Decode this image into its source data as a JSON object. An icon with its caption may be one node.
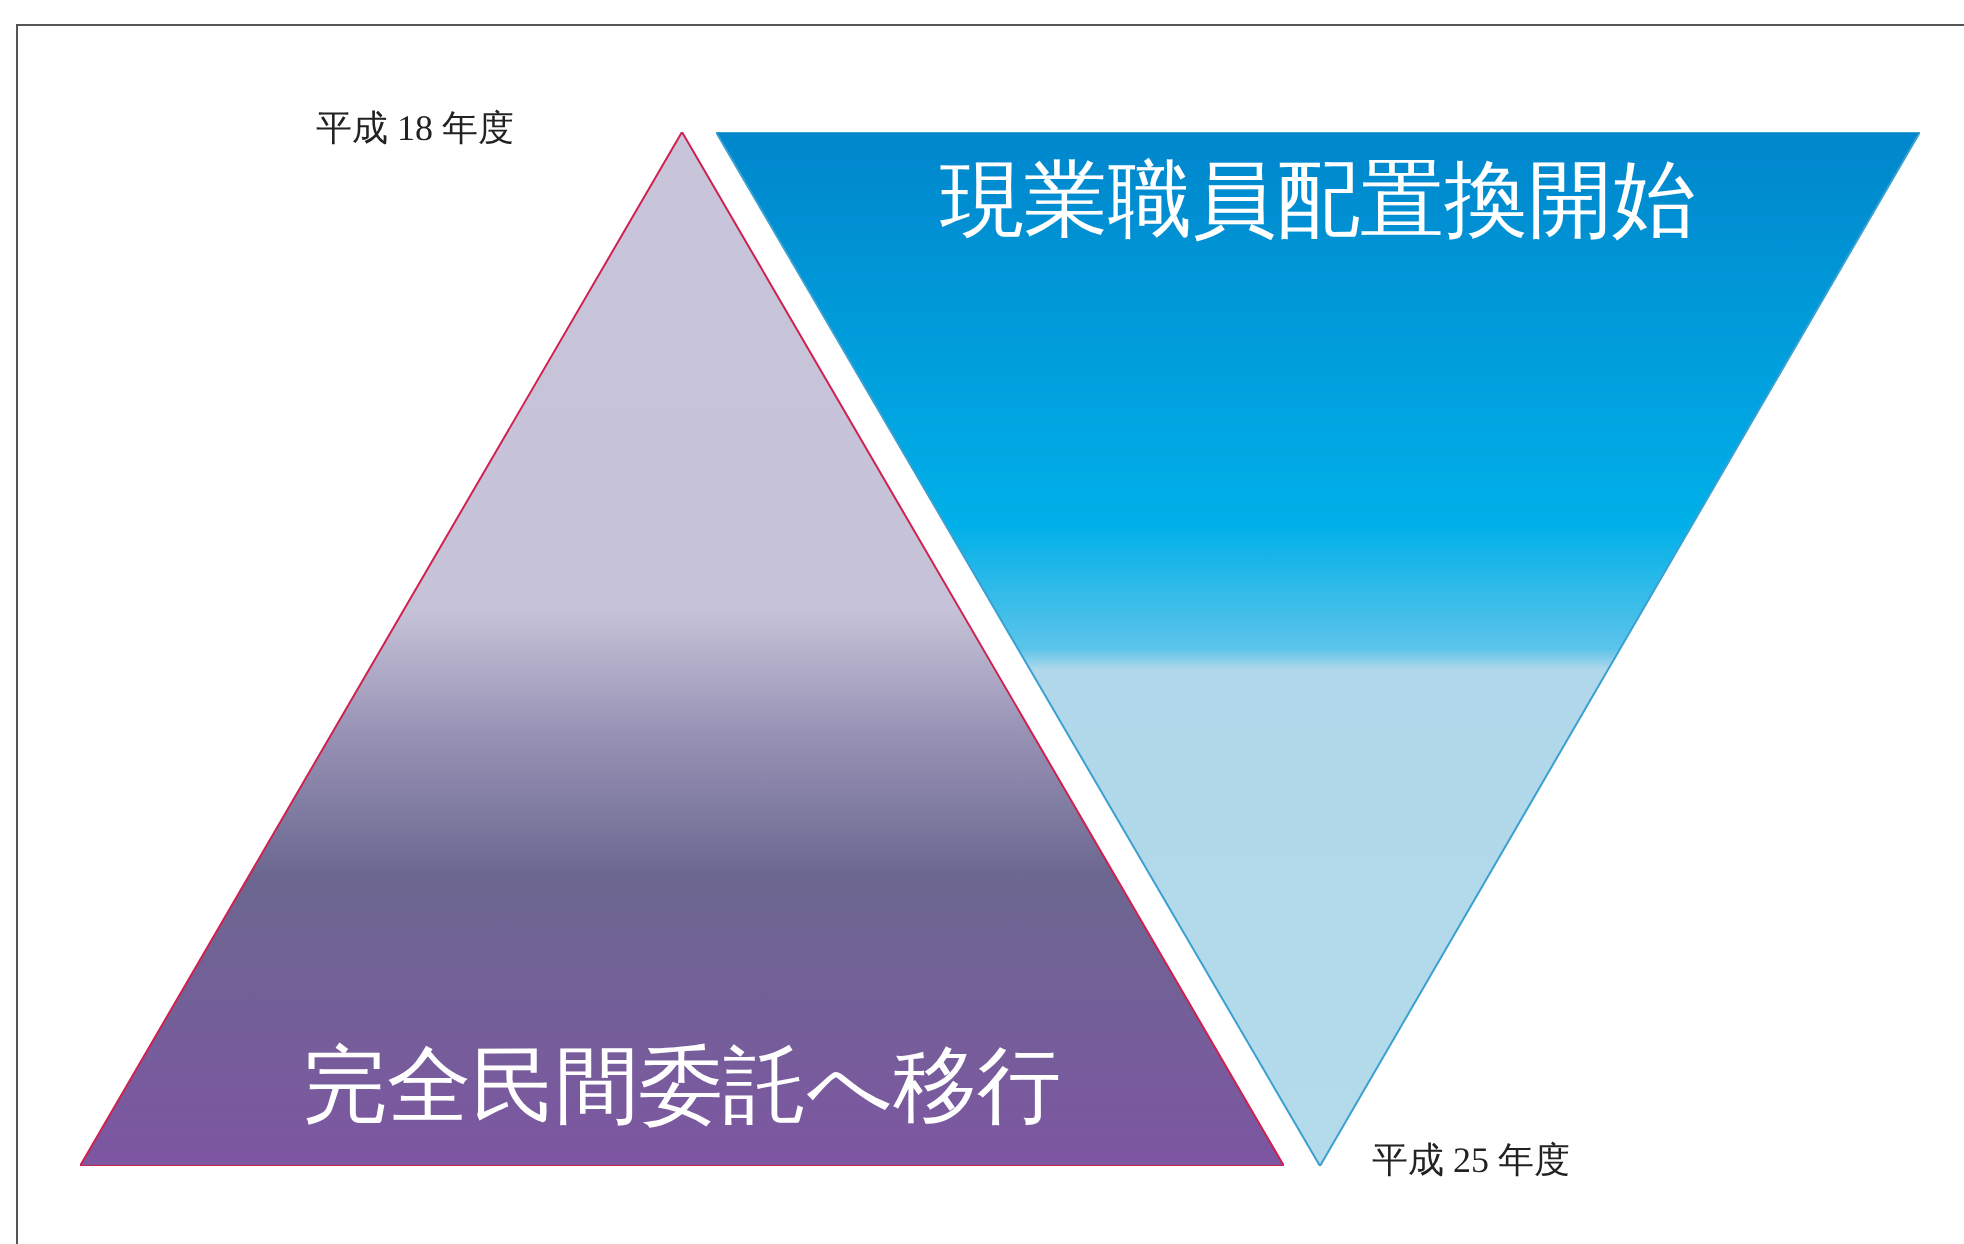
{
  "diagram": {
    "nodes": [
      {
        "text": [
          "現業職員配置換開始"
        ]
      },
      {
        "text": [
          "完全民間委託へ移行"
        ]
      }
    ],
    "labels": [
      "平成 18 年度",
      "平成 25 年度"
    ]
  }
}
